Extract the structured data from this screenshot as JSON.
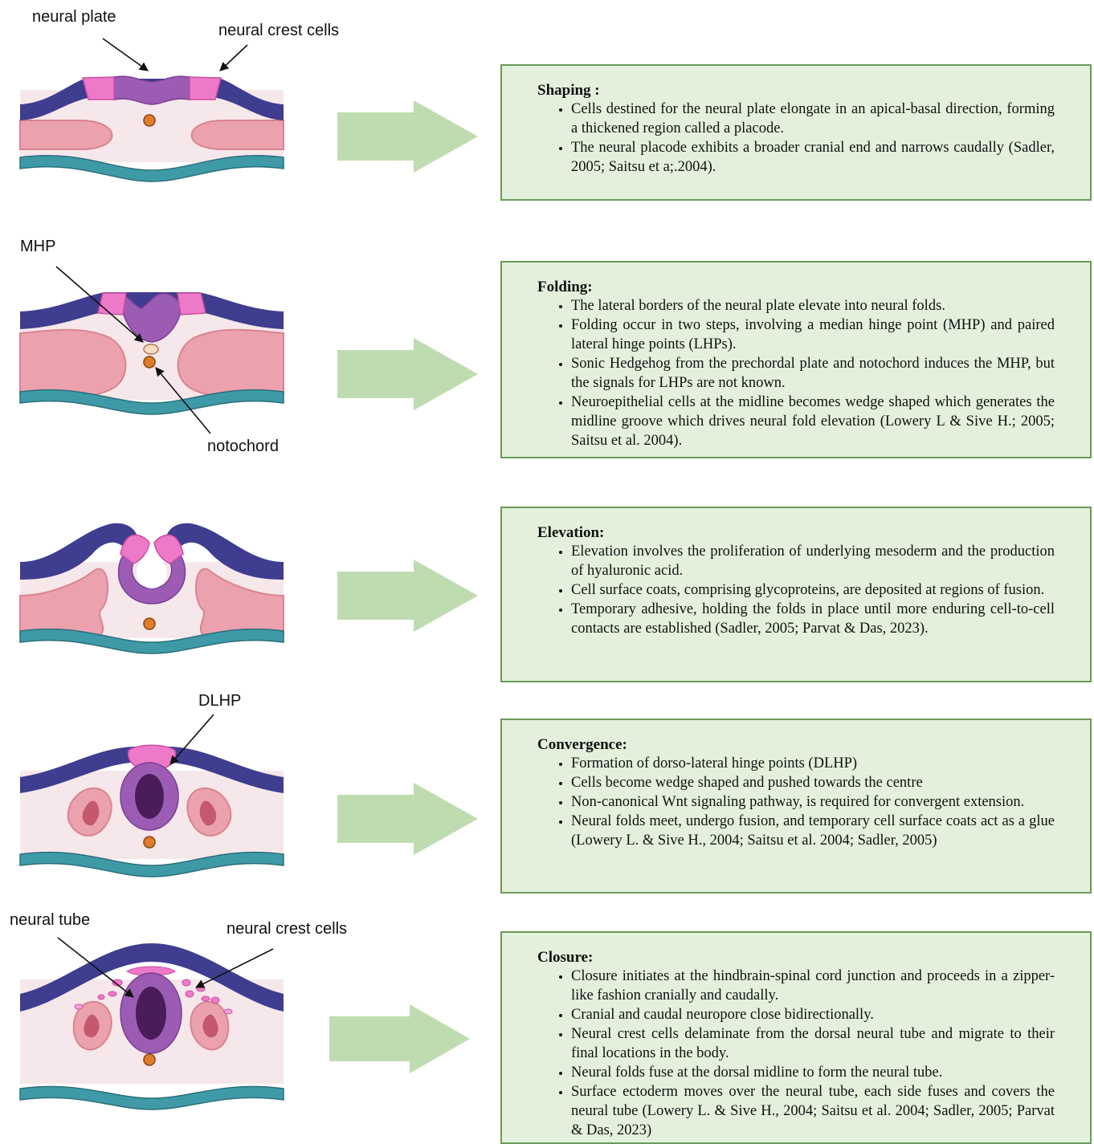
{
  "labels": {
    "neural_plate": "neural plate",
    "neural_crest_cells_top": "neural crest cells",
    "mhp": "MHP",
    "notochord": "notochord",
    "dlhp": "DLHP",
    "neural_tube": "neural tube",
    "neural_crest_cells_bottom": "neural crest cells"
  },
  "colors": {
    "ectoderm": "#3f3d8f",
    "neural_plate": "#9c5cb4",
    "crest": "#ee79c8",
    "mesoderm": "#f0a7b3",
    "background_tissue": "#f6e7ea",
    "endoderm": "#3f9aa8",
    "notochord": "#e07d2c",
    "arrow": "#bfdcb0",
    "box_fill": "#e3f1dc",
    "box_border": "#6b9a57"
  },
  "stages": [
    {
      "title": "Shaping :",
      "bullets": [
        "Cells destined for the neural plate elongate in an apical-basal direction, forming a thickened region called a placode.",
        "The neural placode exhibits a broader cranial end and narrows caudally (Sadler, 2005;  Saitsu et a;.2004)."
      ]
    },
    {
      "title": "Folding:",
      "bullets": [
        "The lateral borders of the neural plate elevate into neural folds.",
        "Folding occur in two steps, involving a median hinge point (MHP) and paired lateral hinge points (LHPs).",
        "Sonic Hedgehog from the prechordal plate and notochord induces the MHP, but the signals for LHPs are not known.",
        "Neuroepithelial cells at the midline becomes wedge shaped which generates the midline groove which drives neural fold elevation (Lowery L & Sive H.; 2005; Saitsu et al. 2004)."
      ]
    },
    {
      "title": "Elevation:",
      "bullets": [
        "Elevation involves the proliferation of underlying mesoderm and the production of hyaluronic acid.",
        "Cell surface coats, comprising glycoproteins, are deposited at regions of fusion.",
        "Temporary adhesive, holding the folds in place until more enduring cell-to-cell contacts are established (Sadler, 2005;  Parvat & Das, 2023)."
      ]
    },
    {
      "title": "Convergence:",
      "bullets": [
        "Formation of dorso-lateral hinge points (DLHP)",
        "Cells become wedge shaped and pushed towards the centre",
        "Non-canonical Wnt signaling pathway, is required for convergent extension.",
        "Neural folds meet, undergo fusion, and temporary cell surface coats act as a glue  (Lowery L. & Sive H.,  2004; Saitsu et al. 2004; Sadler, 2005)"
      ]
    },
    {
      "title": "Closure:",
      "bullets": [
        "Closure initiates at the hindbrain-spinal cord junction and proceeds in a zipper-like fashion cranially and caudally.",
        "Cranial and caudal neuropore close bidirectionally.",
        "Neural crest cells delaminate from the dorsal neural tube and migrate to their final locations in the body.",
        "Neural folds fuse at the dorsal midline to form the neural tube.",
        "Surface ectoderm moves over the neural tube, each side fuses and covers the neural tube (Lowery L. & Sive H.,  2004; Saitsu et al. 2004; Sadler, 2005; Parvat & Das, 2023)"
      ]
    }
  ]
}
